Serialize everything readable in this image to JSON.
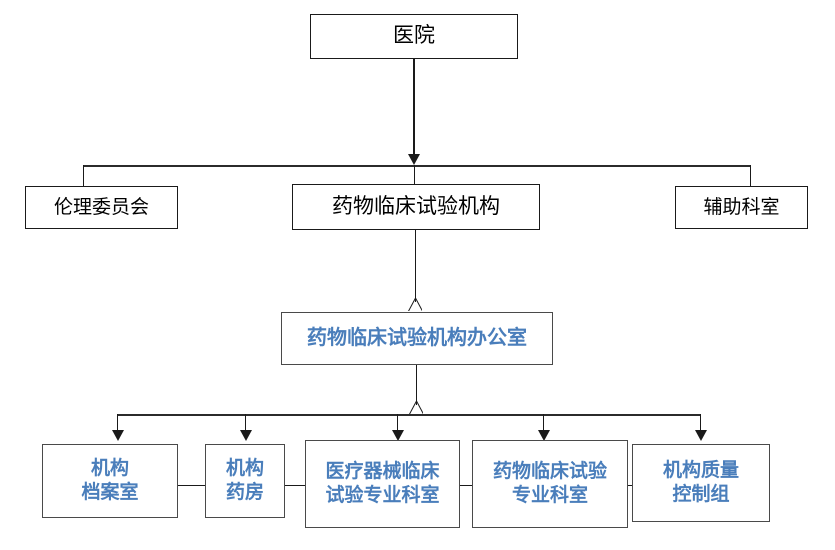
{
  "diagram": {
    "type": "organizational-hierarchy",
    "title_text": "",
    "colors": {
      "text_black": "#000000",
      "text_blue": "#4a7ebb",
      "border_black": "#1a1a1a",
      "border_gray": "#4a4a4a",
      "background": "#ffffff"
    },
    "levels": [
      {
        "level": 1,
        "nodes": [
          {
            "id": "hospital",
            "label": "医院",
            "style": "black"
          }
        ]
      },
      {
        "level": 2,
        "nodes": [
          {
            "id": "ethics-committee",
            "label": "伦理委员会",
            "style": "black"
          },
          {
            "id": "drug-clinical-trial-institution",
            "label": "药物临床试验机构",
            "style": "black"
          },
          {
            "id": "auxiliary-department",
            "label": "辅助科室",
            "style": "black"
          }
        ]
      },
      {
        "level": 3,
        "nodes": [
          {
            "id": "institution-office",
            "label": "药物临床试验机构办公室",
            "style": "blue"
          }
        ]
      },
      {
        "level": 4,
        "nodes": [
          {
            "id": "archive-room",
            "label": "机构\n档案室",
            "style": "blue"
          },
          {
            "id": "institution-pharmacy",
            "label": "机构\n药房",
            "style": "blue"
          },
          {
            "id": "device-trial-department",
            "label": "医疗器械临床\n试验专业科室",
            "style": "blue"
          },
          {
            "id": "drug-trial-department",
            "label": "药物临床试验\n专业科室",
            "style": "blue"
          },
          {
            "id": "quality-control-group",
            "label": "机构质量\n控制组",
            "style": "blue"
          }
        ]
      }
    ]
  }
}
